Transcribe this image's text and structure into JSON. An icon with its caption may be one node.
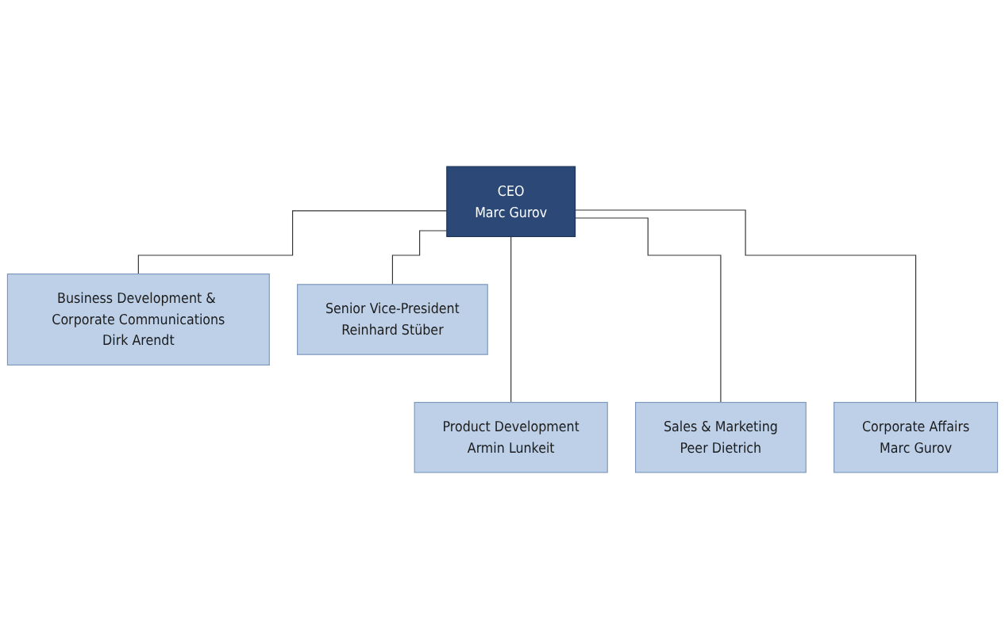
{
  "diagram": {
    "nodes": [
      {
        "text": [
          "CEO",
          "Marc Gurov"
        ]
      },
      {
        "text": [
          "Business Development & Corporate Communications",
          "Dirk Arendt"
        ]
      },
      {
        "text": [
          "Senior Vice-President",
          "Reinhard Stüber"
        ]
      },
      {
        "text": [
          "Product Development",
          "Armin Lunkeit"
        ]
      },
      {
        "text": [
          "Sales & Marketing",
          "Peer Dietrich"
        ]
      },
      {
        "text": [
          "Corporate Affairs",
          "Marc Gurov"
        ]
      }
    ],
    "edges": [
      {
        "from": 0,
        "to": 1,
        "arrow": "none"
      },
      {
        "from": 0,
        "to": 2,
        "arrow": "none"
      },
      {
        "from": 0,
        "to": 3,
        "arrow": "none"
      },
      {
        "from": 0,
        "to": 4,
        "arrow": "none"
      },
      {
        "from": 0,
        "to": 5,
        "arrow": "none"
      }
    ]
  }
}
